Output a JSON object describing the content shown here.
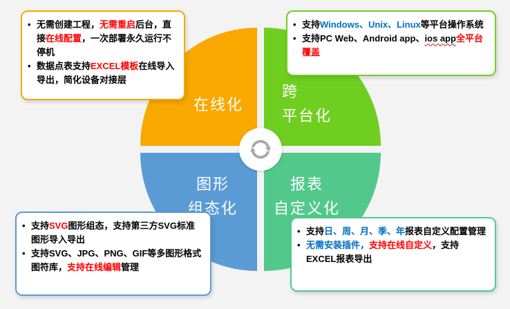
{
  "page": {
    "background": "#f3f3f3"
  },
  "colors": {
    "red": "#FF0000",
    "blue": "#0070C0",
    "black": "#000000"
  },
  "quadrants": {
    "tl": {
      "name": "online",
      "label_lines": [
        "在线化"
      ],
      "color": "#F9A800"
    },
    "tr": {
      "name": "cross-platform",
      "label_lines": [
        "跨",
        "平台化"
      ],
      "color": "#70CE20"
    },
    "bl": {
      "name": "graphic-config",
      "label_lines": [
        "图形",
        "组态化"
      ],
      "color": "#5B9BD5"
    },
    "br": {
      "name": "report-custom",
      "label_lines": [
        "报表",
        "自定义化"
      ],
      "color": "#52C98B"
    }
  },
  "hub": {
    "icon": "sync-arrows-icon",
    "icon_color": "#A9A9A9",
    "bg": "#FFFFFF"
  },
  "callouts": [
    {
      "id": "online",
      "border_color": "#F5A800",
      "bullets": [
        {
          "segments": [
            {
              "text": "无需创建工程，",
              "color": "#000000"
            },
            {
              "text": "无需重启",
              "color": "#FF0000"
            },
            {
              "text": "后台，直接",
              "color": "#000000"
            },
            {
              "text": "在线配置",
              "color": "#FF0000"
            },
            {
              "text": "，一次部署永久运行不停机",
              "color": "#000000"
            }
          ]
        },
        {
          "segments": [
            {
              "text": "数据点表支持",
              "color": "#000000"
            },
            {
              "text": "EXCEL模板",
              "color": "#FF0000"
            },
            {
              "text": "在线导入导出，简化设备对接层",
              "color": "#000000"
            }
          ]
        }
      ]
    },
    {
      "id": "cross-platform",
      "border_color": "#70CE20",
      "bullets": [
        {
          "segments": [
            {
              "text": "支持",
              "color": "#000000"
            },
            {
              "text": "Windows、Unix、Linux",
              "color": "#0070C0"
            },
            {
              "text": "等平台操作系统",
              "color": "#000000"
            }
          ]
        },
        {
          "segments": [
            {
              "text": "支持PC Web、Android app、",
              "color": "#000000"
            },
            {
              "text": "ios app",
              "color": "#000000",
              "underline": true
            },
            {
              "text": "全平台覆盖",
              "color": "#FF0000"
            }
          ]
        }
      ]
    },
    {
      "id": "graphic-config",
      "border_color": "#5B9BD5",
      "bullets": [
        {
          "segments": [
            {
              "text": "支持",
              "color": "#000000"
            },
            {
              "text": "SVG",
              "color": "#FF0000"
            },
            {
              "text": "图形组态，支持第三方SVG标准图形导入导出",
              "color": "#000000"
            }
          ]
        },
        {
          "segments": [
            {
              "text": "支持SVG、JPG、PNG、GIF等多图形格式图符库，",
              "color": "#000000"
            },
            {
              "text": "支持在线编辑",
              "color": "#FF0000"
            },
            {
              "text": "管理",
              "color": "#000000"
            }
          ]
        }
      ]
    },
    {
      "id": "report-custom",
      "border_color": "#52C98B",
      "bullets": [
        {
          "segments": [
            {
              "text": "支持",
              "color": "#000000"
            },
            {
              "text": "日、周、月、季、年",
              "color": "#0070C0"
            },
            {
              "text": "报表自定义配置管理",
              "color": "#000000"
            }
          ]
        },
        {
          "segments": [
            {
              "text": "无需安装插件，",
              "color": "#0070C0"
            },
            {
              "text": "支持在线自定义",
              "color": "#FF0000"
            },
            {
              "text": "，支持EXCEL报表导出",
              "color": "#000000"
            }
          ]
        }
      ]
    }
  ]
}
